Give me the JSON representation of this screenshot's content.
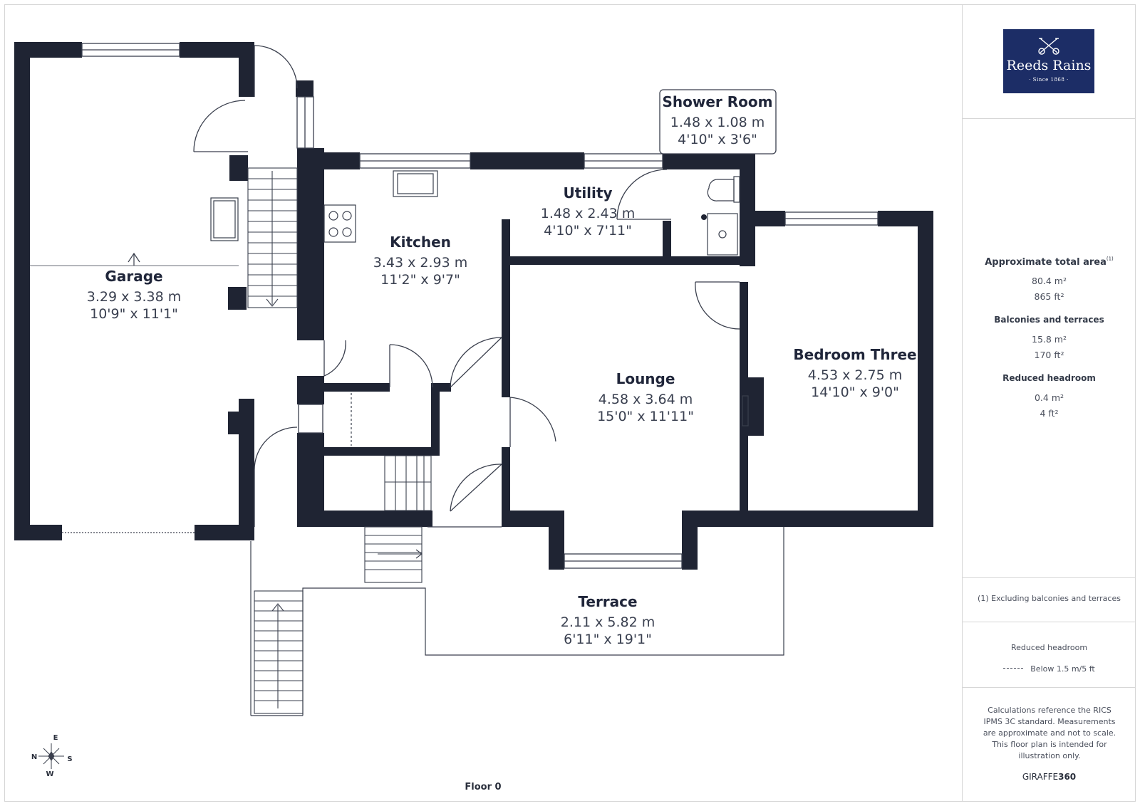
{
  "rooms": {
    "garage": {
      "name": "Garage",
      "metric": "3.29 x 3.38 m",
      "imperial": "10'9\" x 11'1\""
    },
    "kitchen": {
      "name": "Kitchen",
      "metric": "3.43 x 2.93 m",
      "imperial": "11'2\" x 9'7\""
    },
    "utility": {
      "name": "Utility",
      "metric": "1.48 x 2.43 m",
      "imperial": "4'10\" x 7'11\""
    },
    "shower_room": {
      "name": "Shower Room",
      "metric": "1.48 x 1.08 m",
      "imperial": "4'10\" x 3'6\""
    },
    "lounge": {
      "name": "Lounge",
      "metric": "4.58 x 3.64 m",
      "imperial": "15'0\" x 11'11\""
    },
    "bedroom_three": {
      "name": "Bedroom Three",
      "metric": "4.53 x 2.75 m",
      "imperial": "14'10\" x 9'0\""
    },
    "terrace": {
      "name": "Terrace",
      "metric": "2.11 x 5.82 m",
      "imperial": "6'11\" x 19'1\""
    }
  },
  "floor_label": "Floor 0",
  "compass": {
    "n": "N",
    "e": "E",
    "s": "S",
    "w": "W"
  },
  "brand": {
    "name": "Reeds Rains",
    "since": "· Since 1868 ·",
    "color": "#1c2d66"
  },
  "summary": {
    "total_area_heading": "Approximate total area",
    "total_area_note_marker": "(1)",
    "total_area_m2": "80.4 m²",
    "total_area_ft2": "865 ft²",
    "balconies_heading": "Balconies and terraces",
    "balconies_m2": "15.8 m²",
    "balconies_ft2": "170 ft²",
    "reduced_heading": "Reduced headroom",
    "reduced_m2": "0.4 m²",
    "reduced_ft2": "4 ft²"
  },
  "footnote": "(1) Excluding balconies and terraces",
  "legend": {
    "title": "Reduced headroom",
    "item": "Below 1.5 m/5 ft"
  },
  "disclaimer": "Calculations reference the RICS IPMS 3C standard. Measurements are approximate and not to scale. This floor plan is intended for illustration only.",
  "credit": {
    "prefix": "GIRAFFE",
    "suffix": "360"
  },
  "colors": {
    "wall": "#1f2433",
    "line": "#3a3f4d"
  }
}
